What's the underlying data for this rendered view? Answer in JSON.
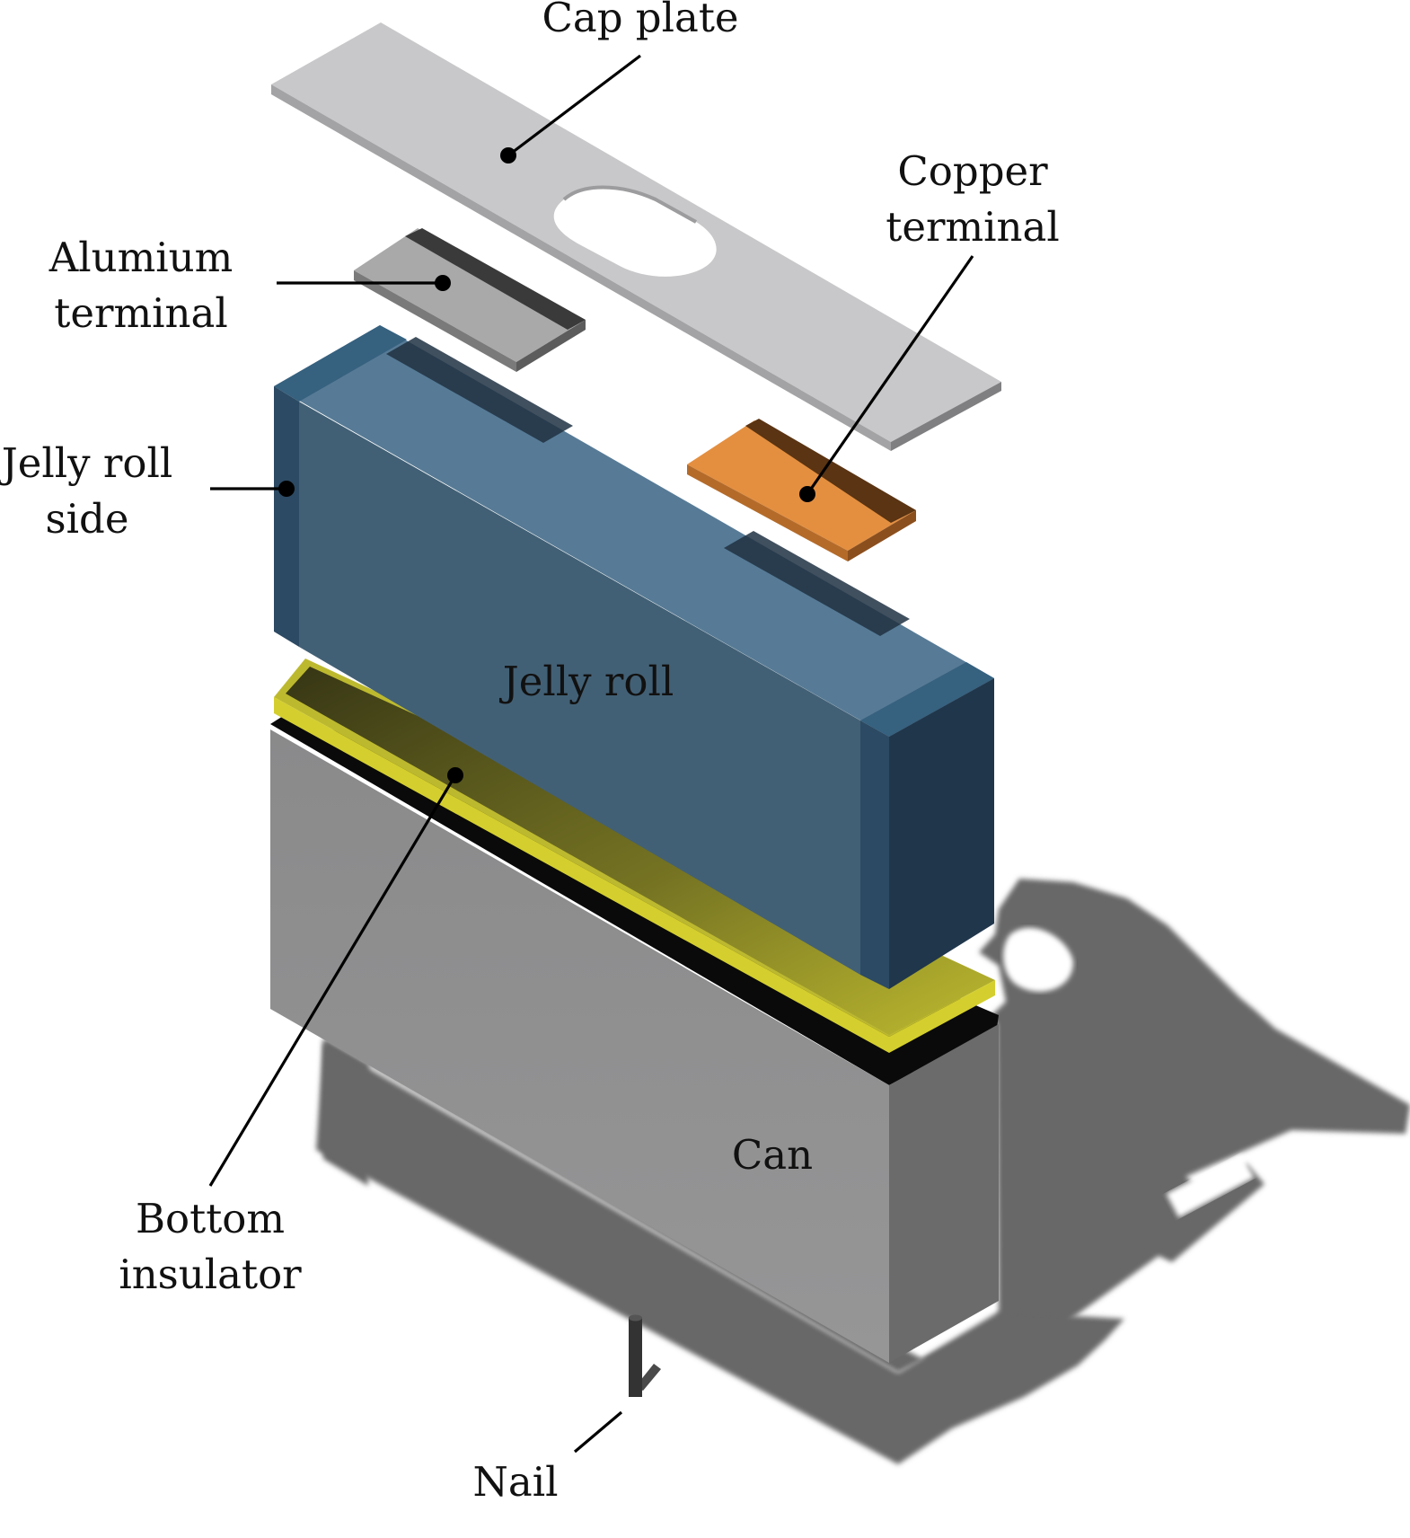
{
  "labels": {
    "cap_plate": "Cap plate",
    "copper_terminal": [
      "Copper",
      "terminal"
    ],
    "aluminium_terminal": [
      "Alumium",
      "terminal"
    ],
    "jelly_roll_side": [
      "Jelly roll",
      "side"
    ],
    "jelly_roll": "Jelly roll",
    "can": "Can",
    "bottom_insulator": [
      "Bottom",
      "insulator"
    ],
    "nail": "Nail"
  },
  "colors": {
    "cap_plate": "#c8c8ca",
    "aluminium_terminal": "#a9a9a9",
    "copper_terminal": "#e48f40",
    "jelly_roll_front": "#426075",
    "jelly_roll_top": "#577b96",
    "jelly_roll_side": "#2c4a63",
    "bottom_insulator": "#c8c434",
    "can": "#8f8f90",
    "shadow": "#676767",
    "nail": "#333333"
  }
}
